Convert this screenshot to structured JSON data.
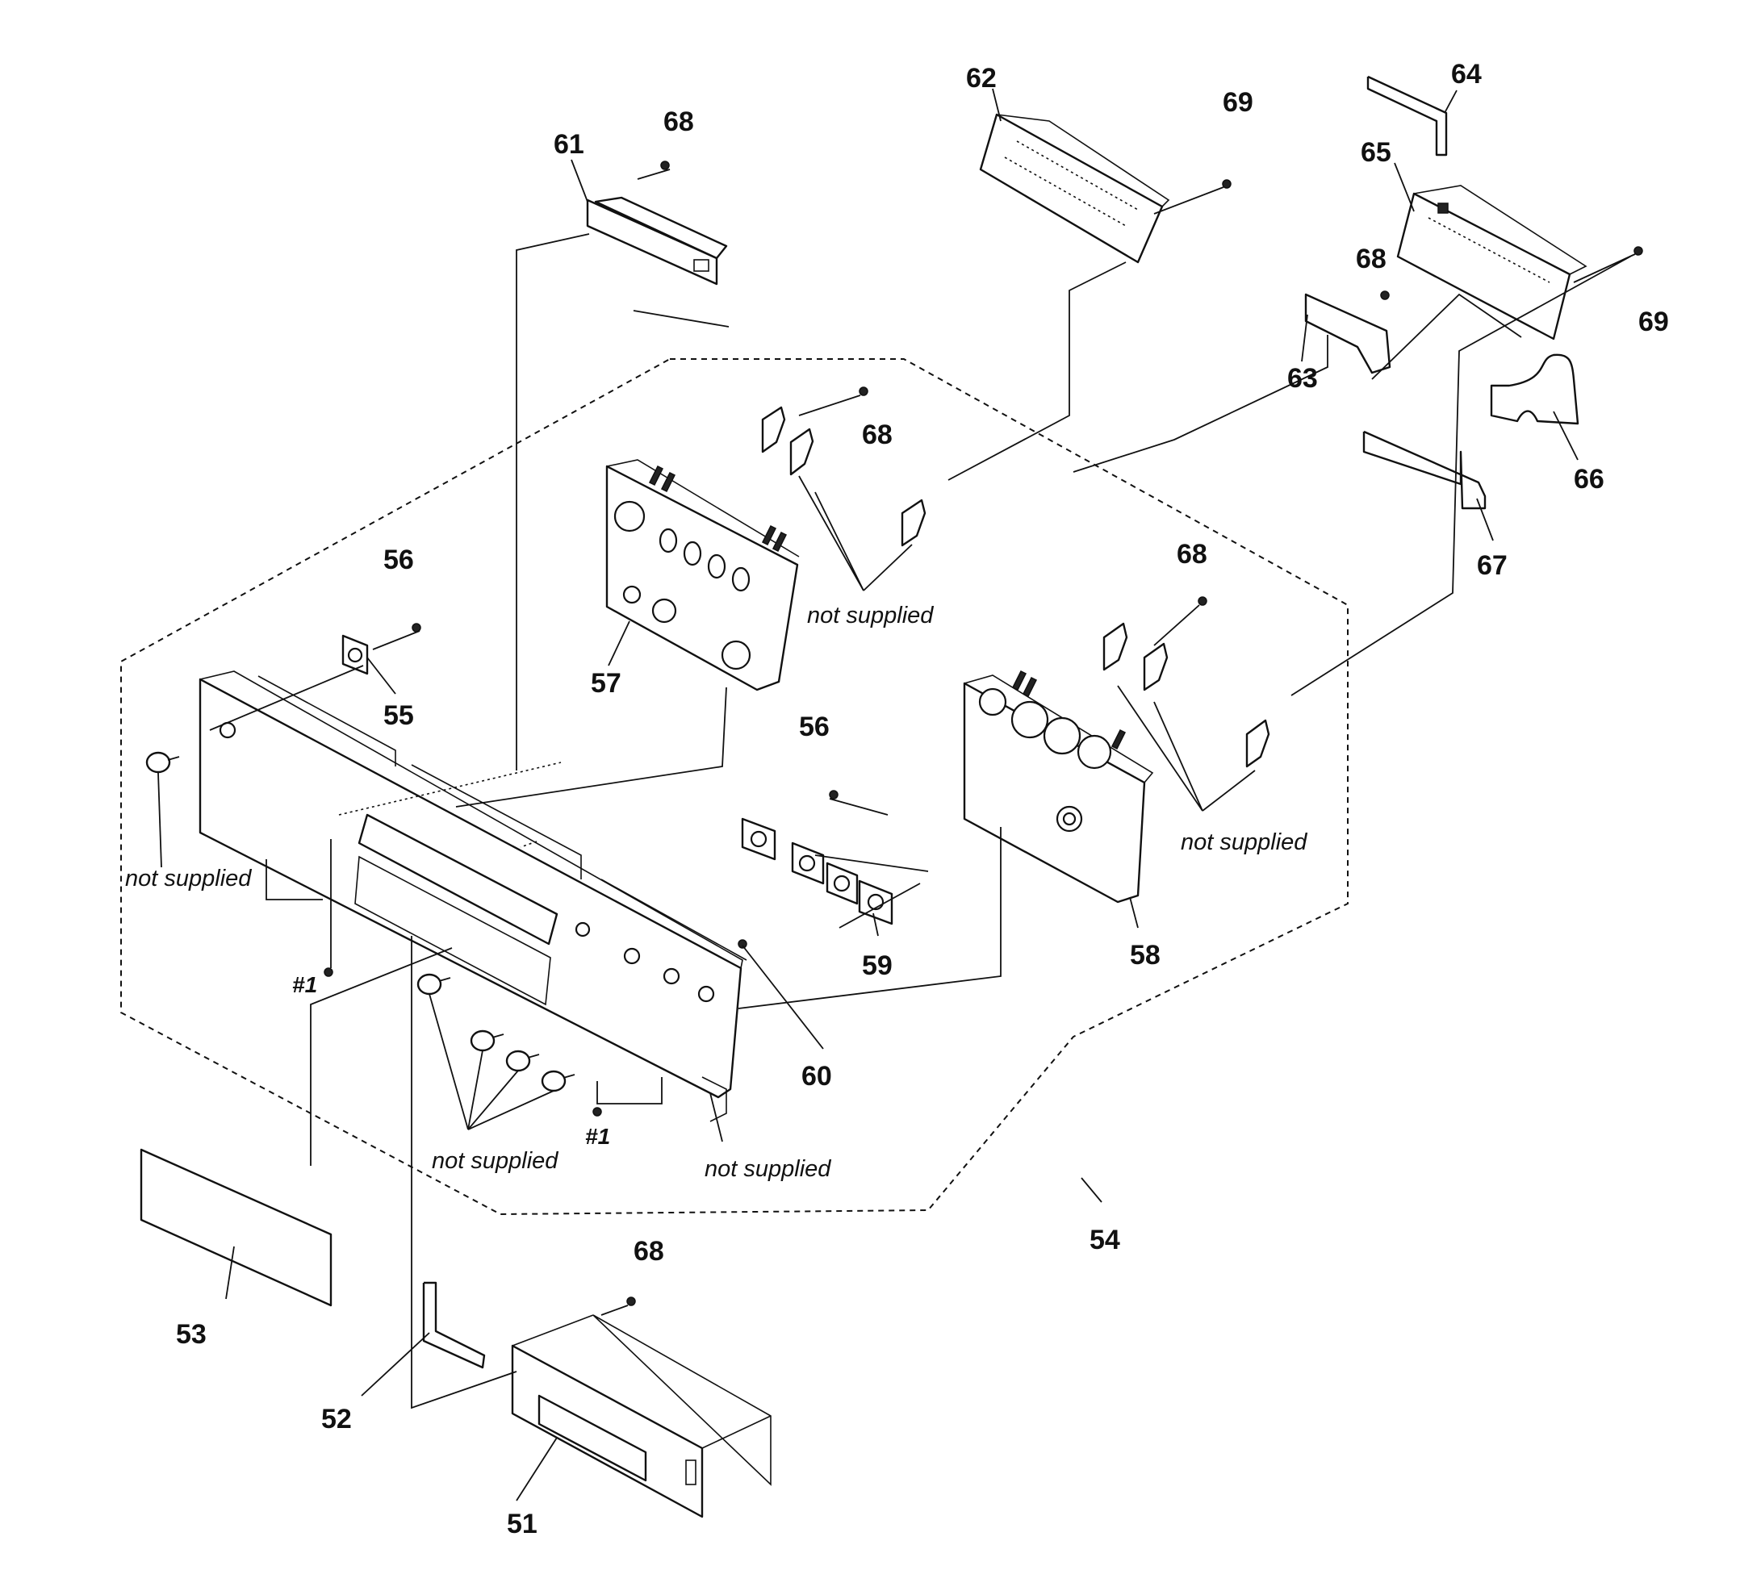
{
  "labels": {
    "p51": "51",
    "p52": "52",
    "p53": "53",
    "p54": "54",
    "p55": "55",
    "p56a": "56",
    "p56b": "56",
    "p57": "57",
    "p58": "58",
    "p59": "59",
    "p60": "60",
    "p61": "61",
    "p62": "62",
    "p63": "63",
    "p64": "64",
    "p65": "65",
    "p66": "66",
    "p67": "67",
    "p68a": "68",
    "p68b": "68",
    "p68c": "68",
    "p68d": "68",
    "p68e": "68",
    "p69a": "69",
    "p69b": "69",
    "screw1a": "#1",
    "screw1b": "#1"
  },
  "notes": {
    "n1": "not supplied",
    "n2": "not supplied",
    "n3": "not supplied",
    "n4": "not supplied",
    "n5": "not supplied"
  }
}
